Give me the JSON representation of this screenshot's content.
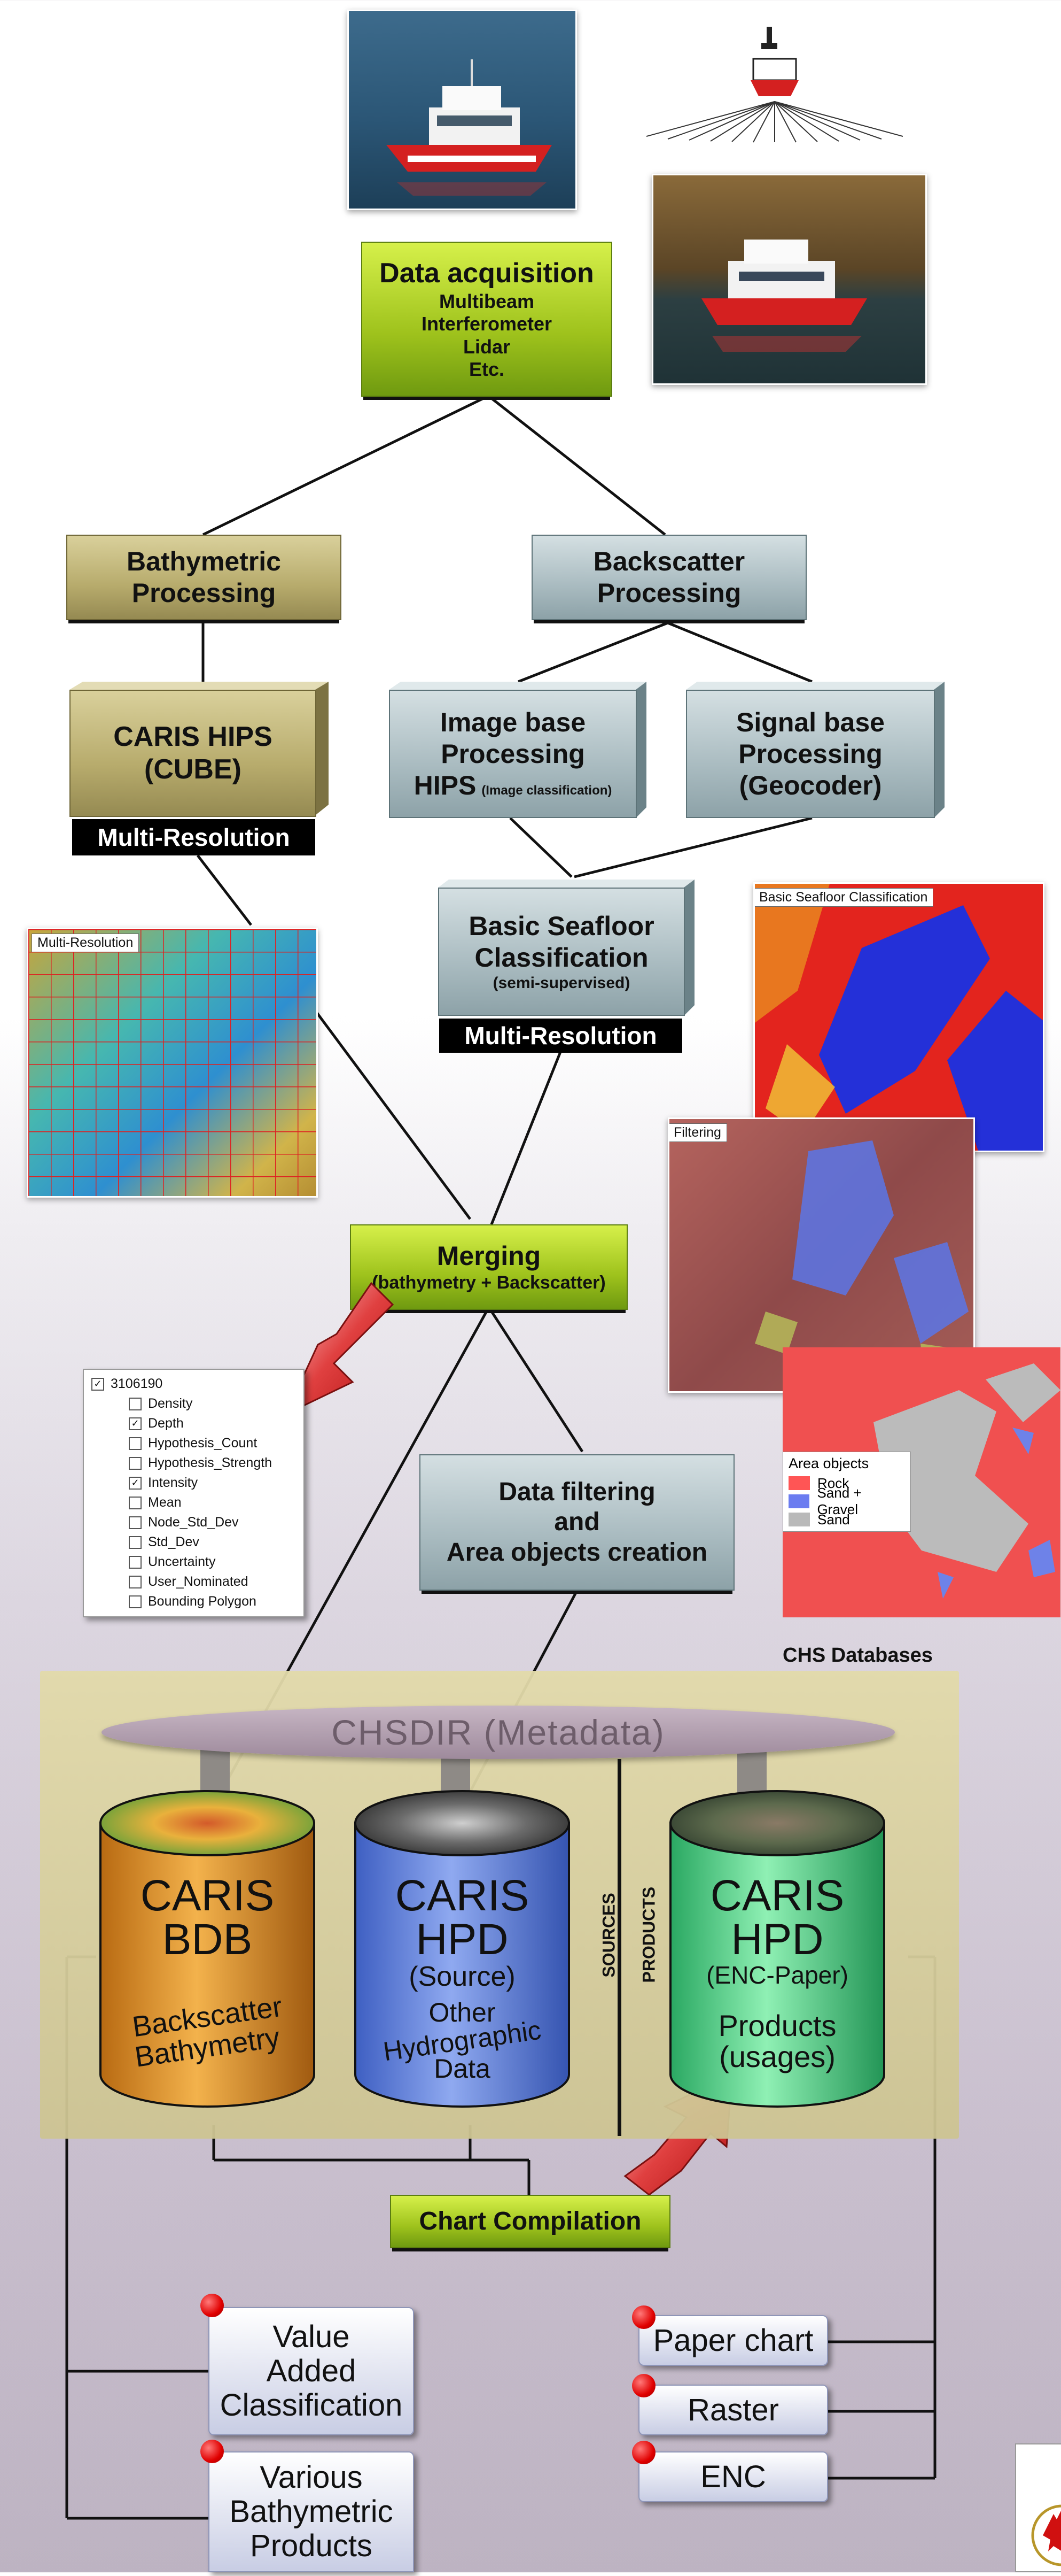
{
  "colors": {
    "green": "#9ec21c",
    "olive": "#b7ab6c",
    "slate": "#a9bbc0",
    "accent_red": "#e00000",
    "class_red": "#ff5555",
    "class_blue": "#6b7cf0",
    "class_gray": "#b9b9b9",
    "cyl_orange": "#e9a13a",
    "cyl_blue": "#6f8fe6",
    "cyl_green": "#6bdc98"
  },
  "acquisition": {
    "title": "Data acquisition",
    "items": [
      "Multibeam",
      "Interferometer",
      "Lidar",
      "Etc."
    ]
  },
  "bathy_processing": {
    "line1": "Bathymetric",
    "line2": "Processing"
  },
  "backscatter_processing": {
    "line1": "Backscatter",
    "line2": "Processing"
  },
  "caris_hips": {
    "line1": "CARIS HIPS",
    "line2": "(CUBE)"
  },
  "image_processing": {
    "line1": "Image base",
    "line2": "Processing",
    "line3_main": "HIPS",
    "line3_small": "(Image classification)"
  },
  "signal_processing": {
    "line1": "Signal base",
    "line2": "Processing",
    "line3": "(Geocoder)"
  },
  "multi_resolution_label": "Multi-Resolution",
  "seafloor_classification": {
    "line1": "Basic Seafloor",
    "line2": "Classification",
    "line3": "(semi-supervised)"
  },
  "captions": {
    "multires": "Multi-Resolution",
    "basic_class": "Basic Seafloor Classification",
    "filtering": "Filtering"
  },
  "merging": {
    "line1": "Merging",
    "line2": "(bathymetry + Backscatter)"
  },
  "data_filtering": {
    "line1": "Data filtering",
    "line2": "and",
    "line3": "Area objects creation"
  },
  "area_legend": {
    "title": "Area objects",
    "items": [
      "Rock",
      "Sand + Gravel",
      "Sand"
    ]
  },
  "layer_tree": {
    "root": "3106190",
    "items": [
      "Density",
      "Depth",
      "Hypothesis_Count",
      "Hypothesis_Strength",
      "Intensity",
      "Mean",
      "Node_Std_Dev",
      "Std_Dev",
      "Uncertainty",
      "User_Nominated",
      "Bounding Polygon"
    ],
    "checked": [
      "Depth",
      "Intensity"
    ]
  },
  "databases": {
    "title": "CHS Databases",
    "metadata": "CHSDIR (Metadata)",
    "sources_label": "SOURCES",
    "products_label": "PRODUCTS",
    "bdb": {
      "line1": "CARIS",
      "line2": "BDB",
      "line3": "Backscatter",
      "line4": "Bathymetry"
    },
    "hpd_source": {
      "line1": "CARIS",
      "line2": "HPD",
      "line3": "(Source)",
      "line4": "Other",
      "line5": "Hydrographic",
      "line6": "Data"
    },
    "hpd_enc": {
      "line1": "CARIS",
      "line2": "HPD",
      "line3": "(ENC-Paper)",
      "line4": "Products",
      "line5": "(usages)"
    }
  },
  "chart_compilation": "Chart Compilation",
  "outputs": {
    "value_added": {
      "line1": "Value",
      "line2": "Added",
      "line3": "Classification"
    },
    "various": {
      "line1": "Various",
      "line2": "Bathymetric",
      "line3": "Products"
    },
    "paper": "Paper chart",
    "raster": "Raster",
    "enc": "ENC"
  }
}
